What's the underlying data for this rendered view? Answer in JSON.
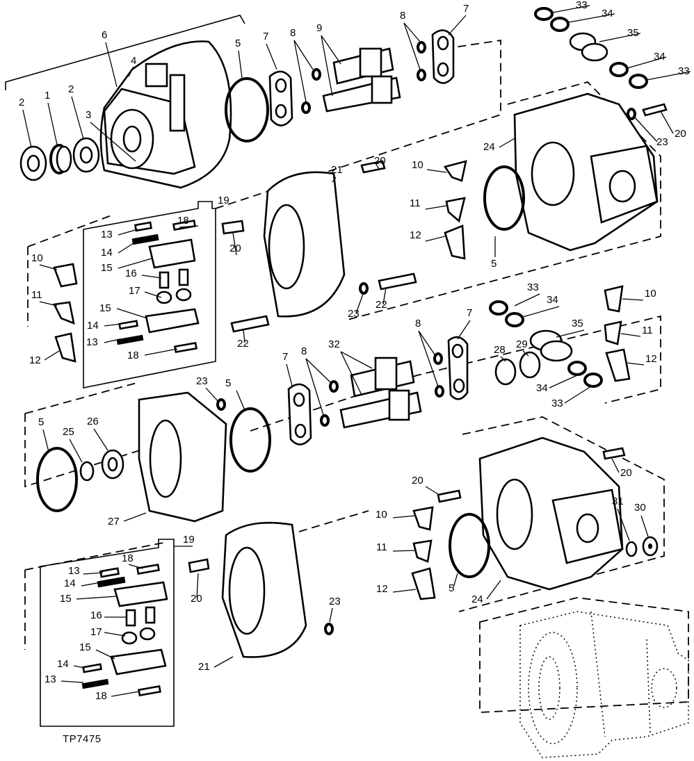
{
  "figure": {
    "reference": "TP7475"
  },
  "callouts": [
    {
      "id": "c1",
      "text": "2"
    },
    {
      "id": "c2",
      "text": "1"
    },
    {
      "id": "c3",
      "text": "2"
    },
    {
      "id": "c4",
      "text": "3"
    },
    {
      "id": "c5",
      "text": "6"
    },
    {
      "id": "c6",
      "text": "4"
    },
    {
      "id": "c7",
      "text": "5"
    },
    {
      "id": "c8",
      "text": "7"
    },
    {
      "id": "c9",
      "text": "8"
    },
    {
      "id": "c10",
      "text": "9"
    },
    {
      "id": "c11",
      "text": "8"
    },
    {
      "id": "c12",
      "text": "7"
    },
    {
      "id": "c13",
      "text": "33"
    },
    {
      "id": "c14",
      "text": "34"
    },
    {
      "id": "c15",
      "text": "35"
    },
    {
      "id": "c16",
      "text": "34"
    },
    {
      "id": "c17",
      "text": "33"
    },
    {
      "id": "c18",
      "text": "20"
    },
    {
      "id": "c19",
      "text": "23"
    },
    {
      "id": "c20",
      "text": "24"
    },
    {
      "id": "c21",
      "text": "20"
    },
    {
      "id": "c22",
      "text": "21"
    },
    {
      "id": "c23",
      "text": "19"
    },
    {
      "id": "c24",
      "text": "18"
    },
    {
      "id": "c25",
      "text": "13"
    },
    {
      "id": "c26",
      "text": "14"
    },
    {
      "id": "c27",
      "text": "15"
    },
    {
      "id": "c28",
      "text": "16"
    },
    {
      "id": "c29",
      "text": "17"
    },
    {
      "id": "c30",
      "text": "15"
    },
    {
      "id": "c31",
      "text": "14"
    },
    {
      "id": "c32",
      "text": "13"
    },
    {
      "id": "c33",
      "text": "18"
    },
    {
      "id": "c34",
      "text": "10"
    },
    {
      "id": "c35",
      "text": "11"
    },
    {
      "id": "c36",
      "text": "12"
    },
    {
      "id": "c37",
      "text": "20"
    },
    {
      "id": "c38",
      "text": "10"
    },
    {
      "id": "c39",
      "text": "11"
    },
    {
      "id": "c40",
      "text": "12"
    },
    {
      "id": "c41",
      "text": "5"
    },
    {
      "id": "c42",
      "text": "23"
    },
    {
      "id": "c43",
      "text": "22"
    },
    {
      "id": "c44",
      "text": "22"
    },
    {
      "id": "c45",
      "text": "33"
    },
    {
      "id": "c46",
      "text": "34"
    },
    {
      "id": "c47",
      "text": "35"
    },
    {
      "id": "c48",
      "text": "10"
    },
    {
      "id": "c49",
      "text": "11"
    },
    {
      "id": "c50",
      "text": "12"
    },
    {
      "id": "c51",
      "text": "34"
    },
    {
      "id": "c52",
      "text": "33"
    },
    {
      "id": "c53",
      "text": "28"
    },
    {
      "id": "c54",
      "text": "29"
    },
    {
      "id": "c55",
      "text": "8"
    },
    {
      "id": "c56",
      "text": "7"
    },
    {
      "id": "c57",
      "text": "32"
    },
    {
      "id": "c58",
      "text": "8"
    },
    {
      "id": "c59",
      "text": "7"
    },
    {
      "id": "c60",
      "text": "23"
    },
    {
      "id": "c61",
      "text": "5"
    },
    {
      "id": "c62",
      "text": "5"
    },
    {
      "id": "c63",
      "text": "25"
    },
    {
      "id": "c64",
      "text": "26"
    },
    {
      "id": "c65",
      "text": "27"
    },
    {
      "id": "c66",
      "text": "20"
    },
    {
      "id": "c67",
      "text": "20"
    },
    {
      "id": "c68",
      "text": "10"
    },
    {
      "id": "c69",
      "text": "11"
    },
    {
      "id": "c70",
      "text": "12"
    },
    {
      "id": "c71",
      "text": "5"
    },
    {
      "id": "c72",
      "text": "24"
    },
    {
      "id": "c73",
      "text": "31"
    },
    {
      "id": "c74",
      "text": "30"
    },
    {
      "id": "c75",
      "text": "19"
    },
    {
      "id": "c76",
      "text": "18"
    },
    {
      "id": "c77",
      "text": "13"
    },
    {
      "id": "c78",
      "text": "14"
    },
    {
      "id": "c79",
      "text": "15"
    },
    {
      "id": "c80",
      "text": "16"
    },
    {
      "id": "c81",
      "text": "17"
    },
    {
      "id": "c82",
      "text": "15"
    },
    {
      "id": "c83",
      "text": "14"
    },
    {
      "id": "c84",
      "text": "13"
    },
    {
      "id": "c85",
      "text": "18"
    },
    {
      "id": "c86",
      "text": "20"
    },
    {
      "id": "c87",
      "text": "23"
    },
    {
      "id": "c88",
      "text": "21"
    }
  ]
}
